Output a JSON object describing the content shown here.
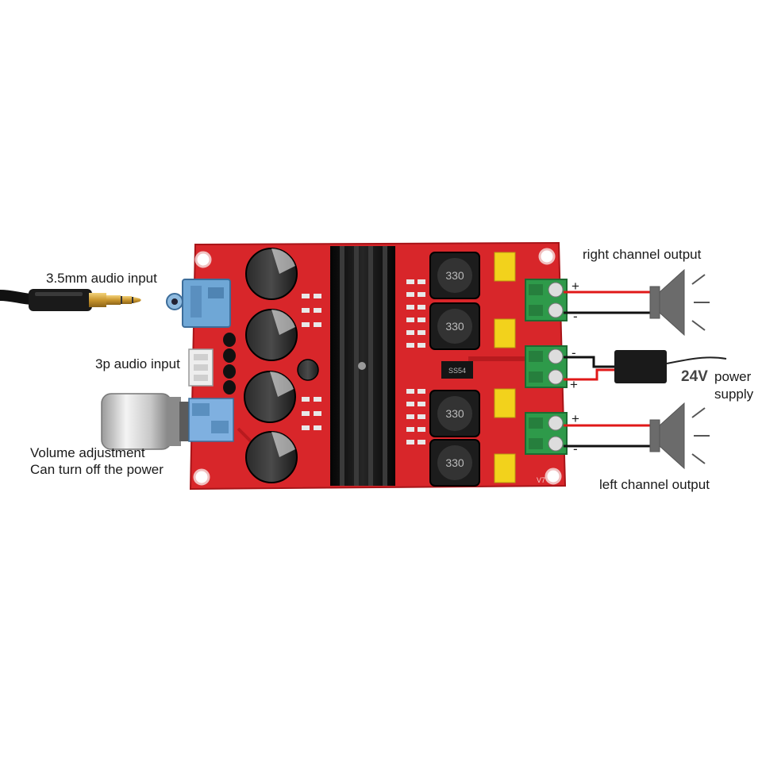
{
  "labels": {
    "audio_35mm": "3.5mm audio input",
    "audio_3p": "3p audio input",
    "volume_line1": "Volume adjustment",
    "volume_line2": "Can turn off the power",
    "right_channel": "right channel output",
    "left_channel": "left channel output",
    "voltage": "24V",
    "power_line1": "power",
    "power_line2": "supply"
  },
  "polarity": {
    "right_plus": "+",
    "right_minus": "-",
    "power_minus": "-",
    "power_plus": "+",
    "left_plus": "+",
    "left_minus": "-"
  },
  "board": {
    "inductor_marks": [
      "330",
      "330",
      "330",
      "330"
    ],
    "diode_mark": "SS54",
    "version_mark": "V7"
  },
  "colors": {
    "board_red": "#d8262a",
    "heatsink": "#111111",
    "terminal_green": "#2e9a4a",
    "jack_blue": "#6fa7d6",
    "wire_red": "#e01818",
    "wire_black": "#111111",
    "speaker_gray": "#6b6b6b",
    "cap_yellow": "#f2d21c"
  }
}
